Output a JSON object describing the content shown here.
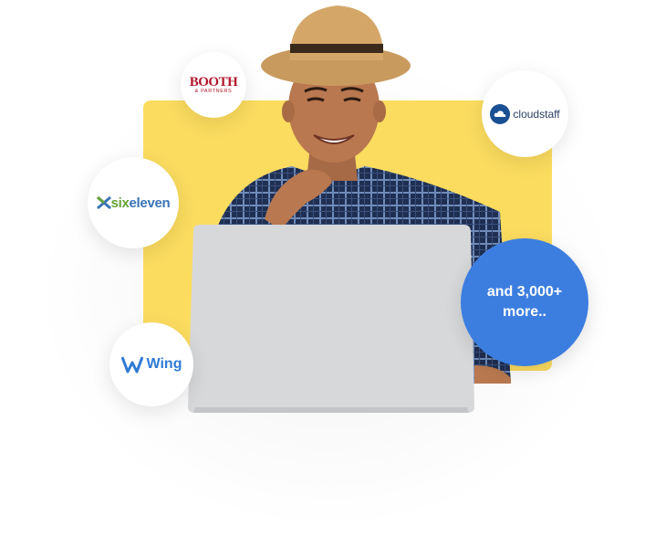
{
  "logos": {
    "booth": {
      "name": "BOOTH",
      "sub": "& PARTNERS",
      "color": "#b0182b"
    },
    "cloudstaff": {
      "name": "cloudstaff",
      "color": "#1a4f93"
    },
    "sixeleven": {
      "part1": "six",
      "part2": "eleven",
      "colors": [
        "#65a23b",
        "#3b74b5"
      ]
    },
    "wing": {
      "name": "Wing",
      "color": "#2f7bd6"
    }
  },
  "more": {
    "line1": "and 3,000+",
    "line2": "more.."
  },
  "colors": {
    "panel": "#fbdc5f",
    "more_bubble": "#3c7ee0",
    "laptop": "#d7d8da",
    "shirt": "#1f2f52"
  }
}
